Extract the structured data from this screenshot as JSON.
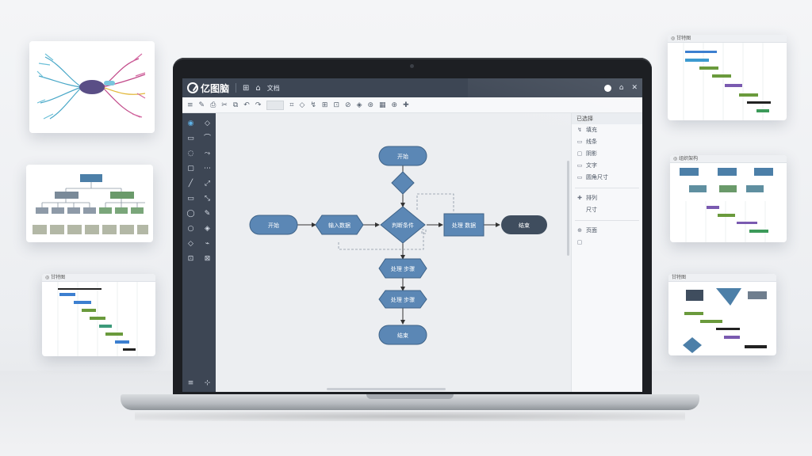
{
  "app": {
    "logo_text": "亿图脑",
    "header_buttons": [
      "⊞",
      "⌂"
    ],
    "tab_label": "文档",
    "header_icons": [
      "◌",
      "⌂",
      "✕"
    ]
  },
  "toolbar": {
    "icons": [
      "≡",
      "✎",
      "⎙",
      "✂",
      "⧉",
      "↶",
      "↷",
      "▭",
      "⌗",
      "◇",
      "↯",
      "⊞",
      "⊡",
      "⊘",
      "◈",
      "⊛",
      "▦",
      "⊕",
      "✚"
    ]
  },
  "rail": {
    "icons": [
      "◉",
      "◇",
      "▭",
      "⌒",
      "◌",
      "⤳",
      "▢",
      "⋯",
      "╱",
      "⤢",
      "▭",
      "⤡",
      "◯",
      "✎",
      "○",
      "◈",
      "◇",
      "⌁",
      "⊡",
      "⊠"
    ],
    "bottom_icons": [
      "≡",
      "⊹"
    ]
  },
  "panel": {
    "header": "已选择",
    "items": [
      {
        "icon": "↯",
        "label": "填充"
      },
      {
        "icon": "▭",
        "label": "线条"
      },
      {
        "icon": "▢",
        "label": "阴影"
      },
      {
        "icon": "▭",
        "label": "文字"
      },
      {
        "icon": "▭",
        "label": "圆角尺寸"
      }
    ],
    "items2": [
      {
        "icon": "✚",
        "label": "排列"
      },
      {
        "icon": "",
        "label": "尺寸"
      }
    ],
    "items3": [
      {
        "icon": "⊕",
        "label": "页面"
      },
      {
        "icon": "▢",
        "label": ""
      }
    ]
  },
  "flowchart": {
    "start": "开始",
    "decision_top": "",
    "input": "输入数据",
    "left": "开始",
    "decision_mid": "判断条件",
    "process_right": "处理 数据",
    "end_right": "结束",
    "hex_1": "处理 步骤",
    "hex_2": "处理 步骤",
    "end_bottom": "结束"
  },
  "colors": {
    "node_blue": "#5b87b5",
    "node_dark": "#3f4d5e",
    "header": "#3d4654"
  },
  "cards": {
    "gantt_left_title": "◎ 甘特图",
    "gantt_right_top_title": "◎ 甘特图",
    "org_right_title": "◎ 组织架构",
    "gantt_right_bottom_title": "甘特图"
  }
}
